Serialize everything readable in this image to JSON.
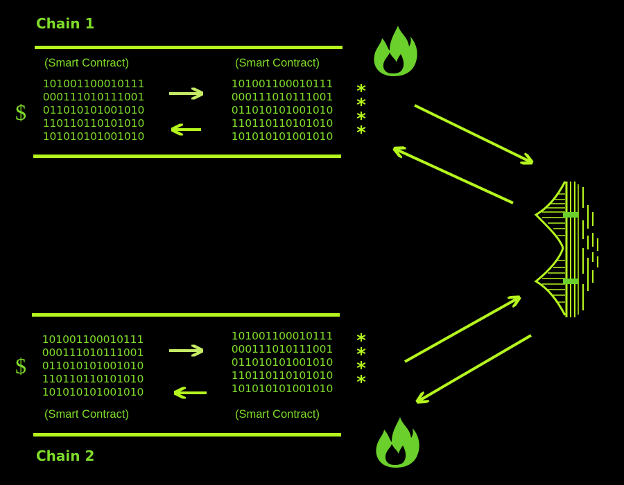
{
  "colors": {
    "lime": "#b5f51e",
    "green": "#7fdc2a",
    "pale": "#c5ea65",
    "flame": "#6bcf2c"
  },
  "chain1": {
    "title": "Chain 1",
    "left_label": "(Smart Contract)",
    "right_label": "(Smart Contract)",
    "left_binary": "101001100010111\n000111010111001\n011010101001010\n110110110101010\n101010101001010",
    "right_binary": "101001100010111\n000111010111001\n011010101001010\n110110110101010\n101010101001010",
    "currency": "$",
    "stars": "*\n*\n*\n*",
    "burn_icon": "fire-icon"
  },
  "chain2": {
    "title": "Chain 2",
    "left_label": "(Smart Contract)",
    "right_label": "(Smart Contract)",
    "left_binary": "101001100010111\n000111010111001\n011010101001010\n110110110101010\n101010101001010",
    "right_binary": "101001100010111\n000111010111001\n011010101001010\n110110110101010\n101010101001010",
    "currency": "$",
    "stars": "*\n*\n*\n*",
    "burn_icon": "fire-icon"
  },
  "bridge": {
    "icon": "bridge-icon"
  }
}
